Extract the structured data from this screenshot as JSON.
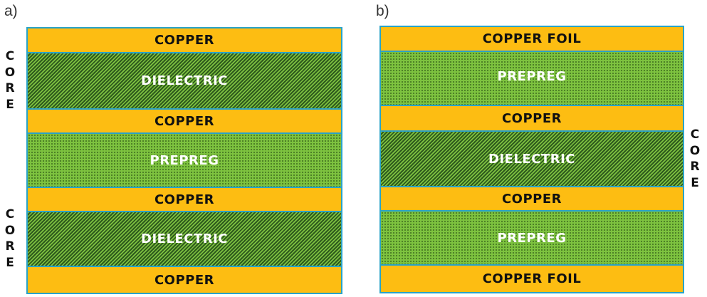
{
  "panels": [
    {
      "label": "a)",
      "layers": [
        {
          "kind": "copper",
          "text": "COPPER"
        },
        {
          "kind": "dielectric",
          "text": "DIELECTRIC"
        },
        {
          "kind": "copper",
          "text": "COPPER"
        },
        {
          "kind": "prepreg",
          "text": "PREPREG"
        },
        {
          "kind": "copper",
          "text": "COPPER"
        },
        {
          "kind": "dielectric",
          "text": "DIELECTRIC"
        },
        {
          "kind": "copper",
          "text": "COPPER"
        }
      ],
      "core_labels": [
        "CORE",
        "CORE"
      ]
    },
    {
      "label": "b)",
      "layers": [
        {
          "kind": "copper",
          "text": "COPPER FOIL"
        },
        {
          "kind": "prepreg",
          "text": "PREPREG"
        },
        {
          "kind": "copper",
          "text": "COPPER"
        },
        {
          "kind": "dielectric",
          "text": "DIELECTRIC"
        },
        {
          "kind": "copper",
          "text": "COPPER"
        },
        {
          "kind": "prepreg",
          "text": "PREPREG"
        },
        {
          "kind": "copper",
          "text": "COPPER FOIL"
        }
      ],
      "core_labels": [
        "CORE"
      ]
    }
  ],
  "colors": {
    "copper": "#fdbd12",
    "dielectric": "#2e5a1c",
    "prepreg": "#7dc23f",
    "border": "#2aa3c7"
  }
}
